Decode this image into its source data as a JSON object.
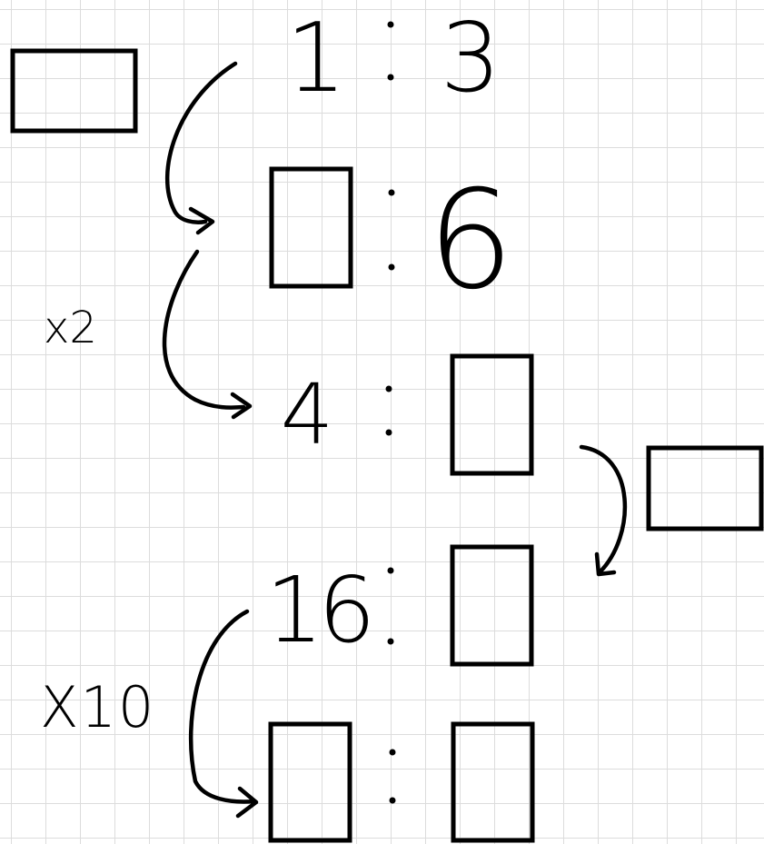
{
  "ratios": [
    {
      "left": "1",
      "right": "3"
    },
    {
      "left": "",
      "right": "6"
    },
    {
      "left": "4",
      "right": ""
    },
    {
      "left": "16",
      "right": ""
    },
    {
      "left": "",
      "right": ""
    }
  ],
  "multipliers": {
    "first": "x2",
    "second": "X10"
  }
}
